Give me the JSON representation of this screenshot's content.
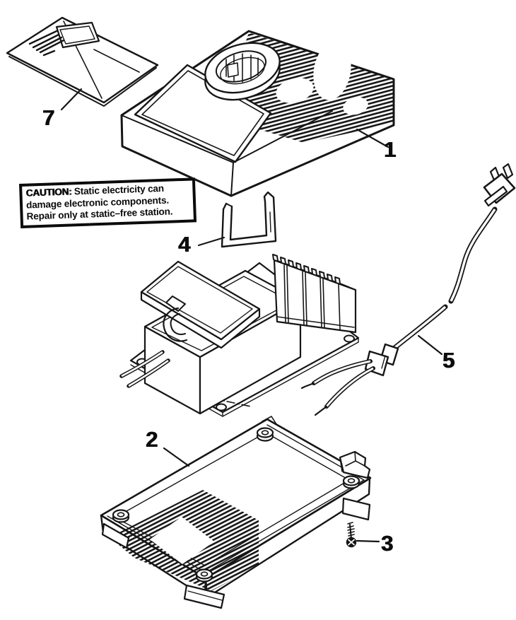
{
  "diagram_title": "",
  "callouts": [
    {
      "num": "1"
    },
    {
      "num": "2"
    },
    {
      "num": "3"
    },
    {
      "num": "4"
    },
    {
      "num": "5"
    },
    {
      "num": "7"
    }
  ],
  "caution_label": {
    "prefix": "CAUTION:",
    "line1_rest": " Static electricity can",
    "line2": "damage electronic components.",
    "line3": "Repair only at static–free station."
  },
  "colors": {
    "ink": "#161616",
    "paper": "#ffffff"
  }
}
